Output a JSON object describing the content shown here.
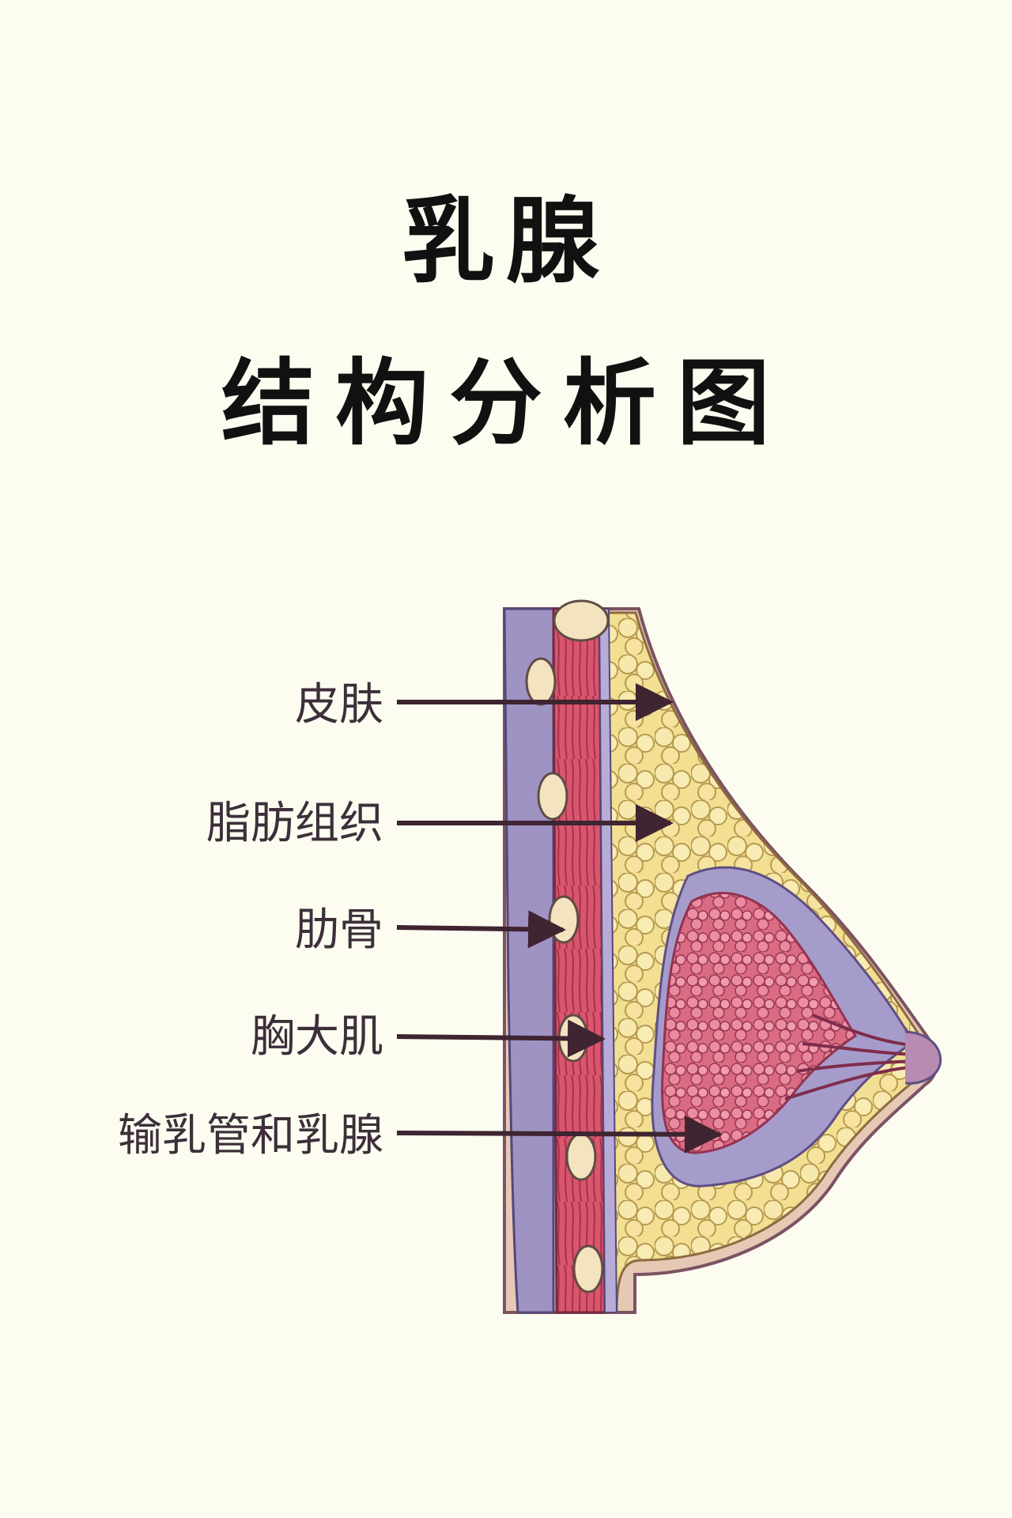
{
  "title": {
    "line1": "乳腺",
    "line2": "结构分析图"
  },
  "labels": {
    "skin": "皮肤",
    "fat": "脂肪组织",
    "rib": "肋骨",
    "muscle": "胸大肌",
    "duct": "输乳管和乳腺"
  },
  "colors": {
    "background": "#fcfcf0",
    "fat": "#f2df92",
    "muscle": "#d9566c",
    "gland": "#de7187",
    "membrane": "#9f93c4",
    "arrow": "#3f2431"
  }
}
